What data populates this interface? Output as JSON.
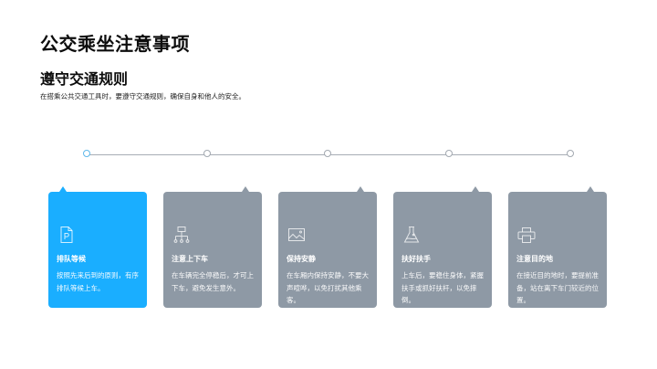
{
  "page": {
    "title": "公交乘坐注意事项",
    "section_title": "遵守交通规则",
    "section_desc": "在搭乘公共交通工具时，要遵守交通规则，确保自身和他人的安全。"
  },
  "colors": {
    "active": "#1aaeff",
    "inactive": "#8e99a5",
    "line": "#a7adb5"
  },
  "steps": [
    {
      "icon": "document-p-icon",
      "title": "排队等候",
      "text": "按照先来后到的原则，有序排队等候上车。",
      "active": true
    },
    {
      "icon": "hierarchy-icon",
      "title": "注意上下车",
      "text": "在车辆完全停稳后，才可上下车，避免发生意外。",
      "active": false
    },
    {
      "icon": "image-icon",
      "title": "保持安静",
      "text": "在车厢内保持安静，不要大声喧哗，以免打扰其他乘客。",
      "active": false
    },
    {
      "icon": "flask-icon",
      "title": "扶好扶手",
      "text": "上车后，要稳住身体，紧握扶手或抓好扶杆，以免摔倒。",
      "active": false
    },
    {
      "icon": "printer-icon",
      "title": "注意目的地",
      "text": "在接近目的地时，要提前准备，站在离下车门较近的位置。",
      "active": false
    }
  ]
}
